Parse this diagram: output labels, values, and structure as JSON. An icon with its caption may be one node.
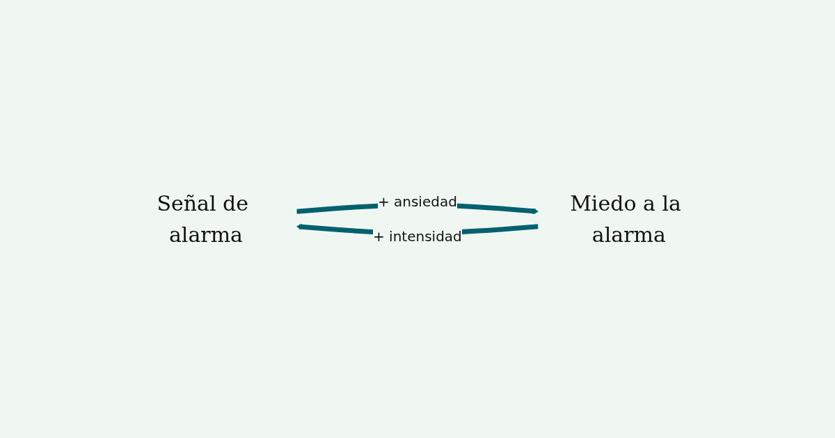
{
  "diagram": {
    "nodes": [
      {
        "text": [
          "Señal de alarma"
        ]
      },
      {
        "text": [
          "Miedo a la alarma"
        ]
      }
    ],
    "edges": [
      {
        "from": 0,
        "to": 1,
        "arrow": "to",
        "label": "+ ansiedad"
      },
      {
        "from": 1,
        "to": 0,
        "arrow": "to",
        "label": "+ intensidad"
      }
    ]
  }
}
